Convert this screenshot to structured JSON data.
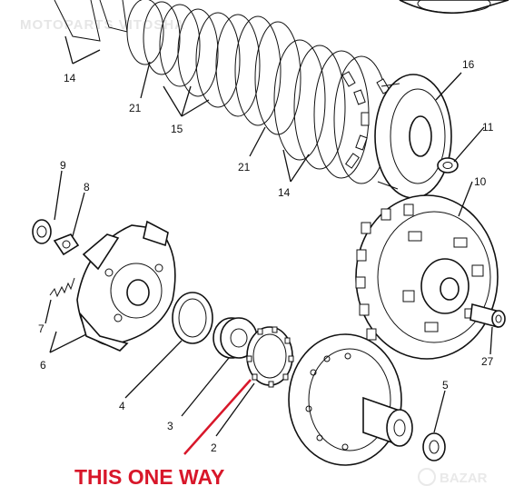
{
  "watermark": {
    "text": "MOTOPARTS VITOSHA"
  },
  "labels": {
    "p14_top": "14",
    "p21_top": "21",
    "p15": "15",
    "p21_mid": "21",
    "p14_mid": "14",
    "p16": "16",
    "p11": "11",
    "p10": "10",
    "p9": "9",
    "p8": "8",
    "p7": "7",
    "p6": "6",
    "p4": "4",
    "p3": "3",
    "p2": "2",
    "p5": "5",
    "p27": "27"
  },
  "annotation": {
    "text": "THIS ONE WAY",
    "color": "#d8172a"
  },
  "logo": {
    "text": "BAZAR"
  }
}
